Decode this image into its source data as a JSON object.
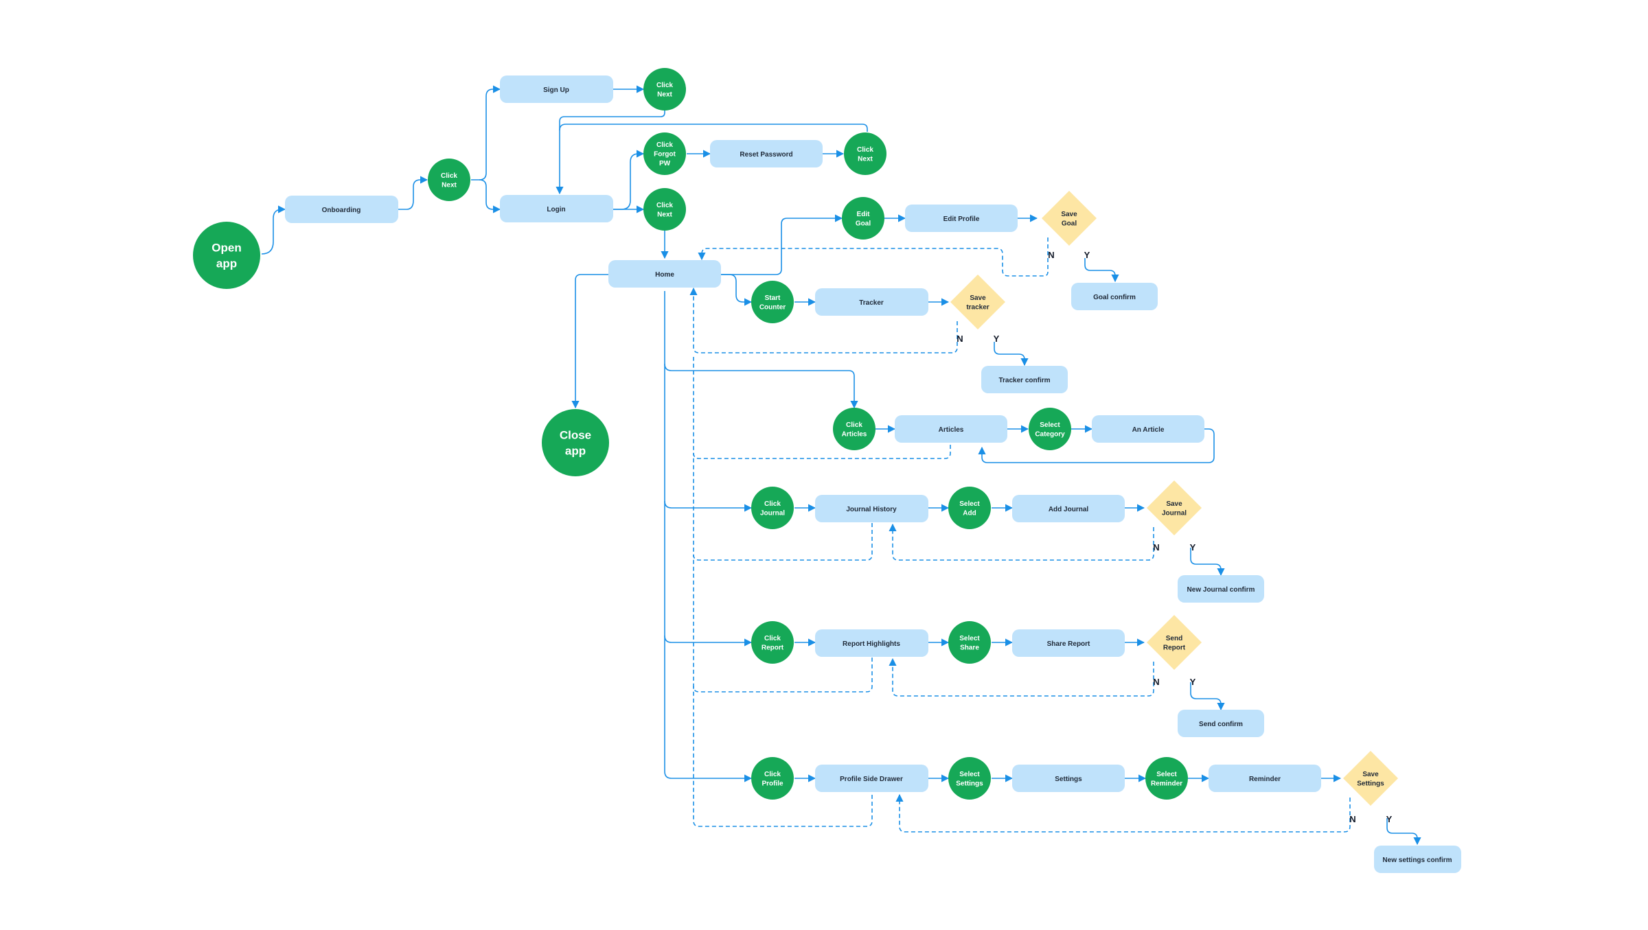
{
  "colors": {
    "process": "#bfe2fb",
    "action": "#16a857",
    "decision": "#fde6a4",
    "edge": "#1a8fe6",
    "text": "#1f2937"
  },
  "nodes": {
    "open": "Open app",
    "onboarding": "Onboarding",
    "click_next_1": "Click Next",
    "signup": "Sign Up",
    "click_next_2": "Click Next",
    "login": "Login",
    "click_forgot": "Click Forgot PW",
    "reset_pw": "Reset Password",
    "click_next_3": "Click Next",
    "click_next_4": "Click Next",
    "home": "Home",
    "close": "Close app",
    "edit_goal": "Edit Goal",
    "edit_profile": "Edit Profile",
    "save_goal": "Save Goal",
    "goal_confirm": "Goal confirm",
    "start_counter": "Start Counter",
    "tracker": "Tracker",
    "save_tracker": "Save tracker",
    "tracker_confirm": "Tracker confirm",
    "click_articles": "Click Articles",
    "articles": "Articles",
    "select_category": "Select Category",
    "an_article": "An Article",
    "click_journal": "Click Journal",
    "journal_history": "Journal History",
    "select_add": "Select Add",
    "add_journal": "Add Journal",
    "save_journal": "Save Journal",
    "new_journal_confirm": "New Journal confirm",
    "click_report": "Click Report",
    "report_highlights": "Report Highlights",
    "select_share": "Select Share",
    "share_report": "Share Report",
    "send_report": "Send Report",
    "send_confirm": "Send confirm",
    "click_profile": "Click Profile",
    "profile_drawer": "Profile Side Drawer",
    "select_settings": "Select Settings",
    "settings": "Settings",
    "select_reminder": "Select Reminder",
    "reminder": "Reminder",
    "save_settings": "Save Settings",
    "new_settings_confirm": "New settings confirm"
  },
  "branch_labels": {
    "no": "N",
    "yes": "Y"
  }
}
